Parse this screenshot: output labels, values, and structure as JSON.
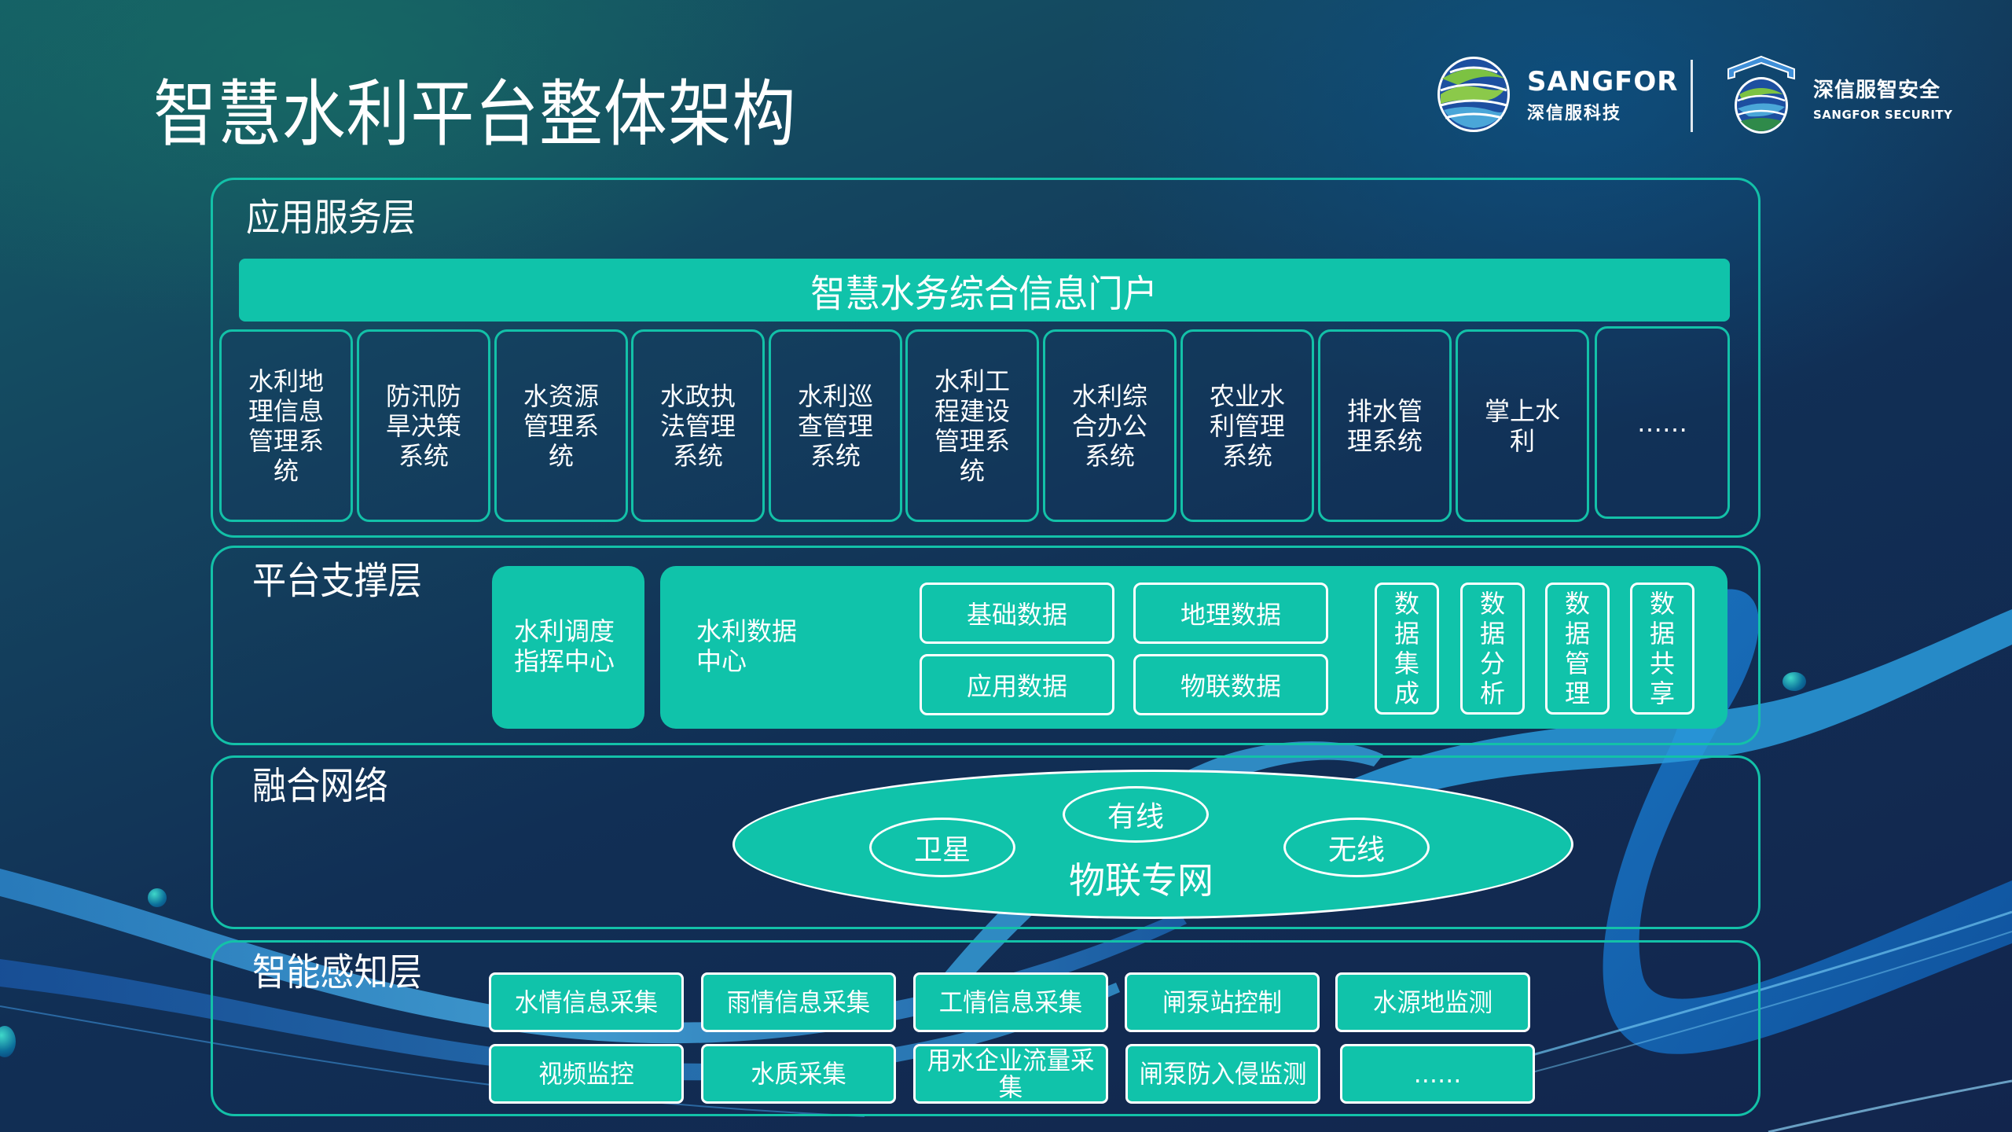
{
  "title": "智慧水利平台整体架构",
  "logos": {
    "sangfor": {
      "en": "SANGFOR",
      "cn": "深信服科技",
      "icon": "sangfor-globe-logo-icon"
    },
    "security": {
      "cn": "深信服智安全",
      "en": "SANGFOR SECURITY",
      "icon": "sangfor-shield-logo-icon"
    }
  },
  "colors": {
    "accent_teal": "#10c3aa",
    "frame_border": "#13c1a8",
    "background_dark": "#12254d",
    "text": "#ffffff"
  },
  "layers": {
    "application": {
      "label": "应用服务层",
      "portal": "智慧水务综合信息门户",
      "systems": [
        "水利地理信息管理系统",
        "防汛防旱决策系统",
        "水资源管理系统",
        "水政执法管理系统",
        "水利巡查管理系统",
        "水利工程建设管理系统",
        "水利综合办公系统",
        "农业水利管理系统",
        "排水管理系统",
        "掌上水利",
        "……"
      ]
    },
    "platform": {
      "label": "平台支撑层",
      "dispatch_center": "水利调度指挥中心",
      "data_center": {
        "label": "水利数据中心",
        "data_types": [
          "基础数据",
          "地理数据",
          "应用数据",
          "物联数据"
        ],
        "functions": [
          "数据集成",
          "数据分析",
          "数据管理",
          "数据共享"
        ]
      }
    },
    "network": {
      "label": "融合网络",
      "core": "物联专网",
      "channels": [
        "卫星",
        "有线",
        "无线"
      ]
    },
    "perception": {
      "label": "智能感知层",
      "items": [
        "水情信息采集",
        "雨情信息采集",
        "工情信息采集",
        "闸泵站控制",
        "水源地监测",
        "视频监控",
        "水质采集",
        "用水企业流量采集",
        "闸泵防入侵监测",
        "……"
      ]
    }
  }
}
